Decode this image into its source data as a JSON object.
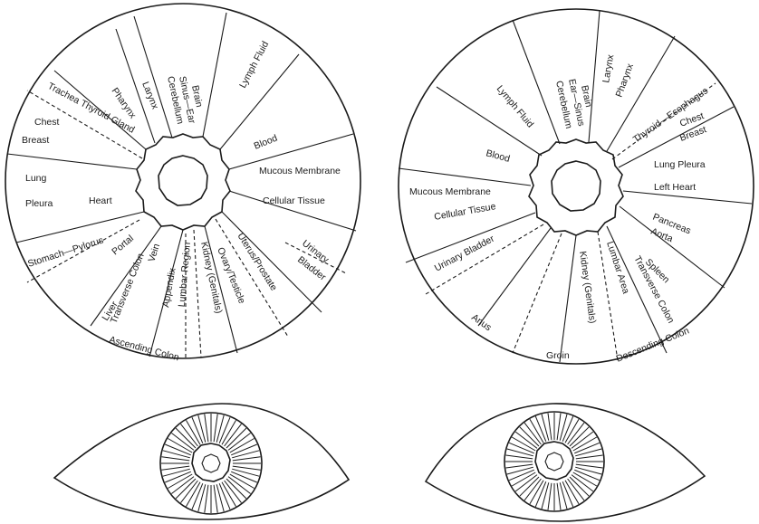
{
  "left_chart": {
    "labels": [
      "Brain",
      "Sinus—Ear",
      "Cerebellum",
      "Larynx",
      "Pharynx",
      "Trachea Thyroid Gland",
      "Chest",
      "Breast",
      "Lymph Fluid",
      "Blood",
      "Mucous Membrane",
      "Cellular Tissue",
      "Lung",
      "Pleura",
      "Heart",
      "Stomach—Pylorus",
      "Portal",
      "Urinary",
      "Bladder",
      "Uterus/Prostate",
      "Ovary/Testicle",
      "Kidney (Genitals)",
      "Lumbar Region",
      "Appendix",
      "Vein",
      "Transverse Colon",
      "Liver",
      "Ascending Colon"
    ]
  },
  "right_chart": {
    "labels": [
      "Brain",
      "Ear—Sinus",
      "Cerebellum",
      "Larynx",
      "Pharynx",
      "Lymph Fluid",
      "Thyroid—Esophagus",
      "Chest",
      "Breast",
      "Blood",
      "Lung Pleura",
      "Left Heart",
      "Mucous Membrane",
      "Cellular Tissue",
      "Pancreas",
      "Aorta",
      "Urinary Bladder",
      "Spleen",
      "Transverse Colon",
      "Lumbar Area",
      "Kidney (Genitals)",
      "Anus",
      "Groin",
      "Descending Colon"
    ]
  }
}
